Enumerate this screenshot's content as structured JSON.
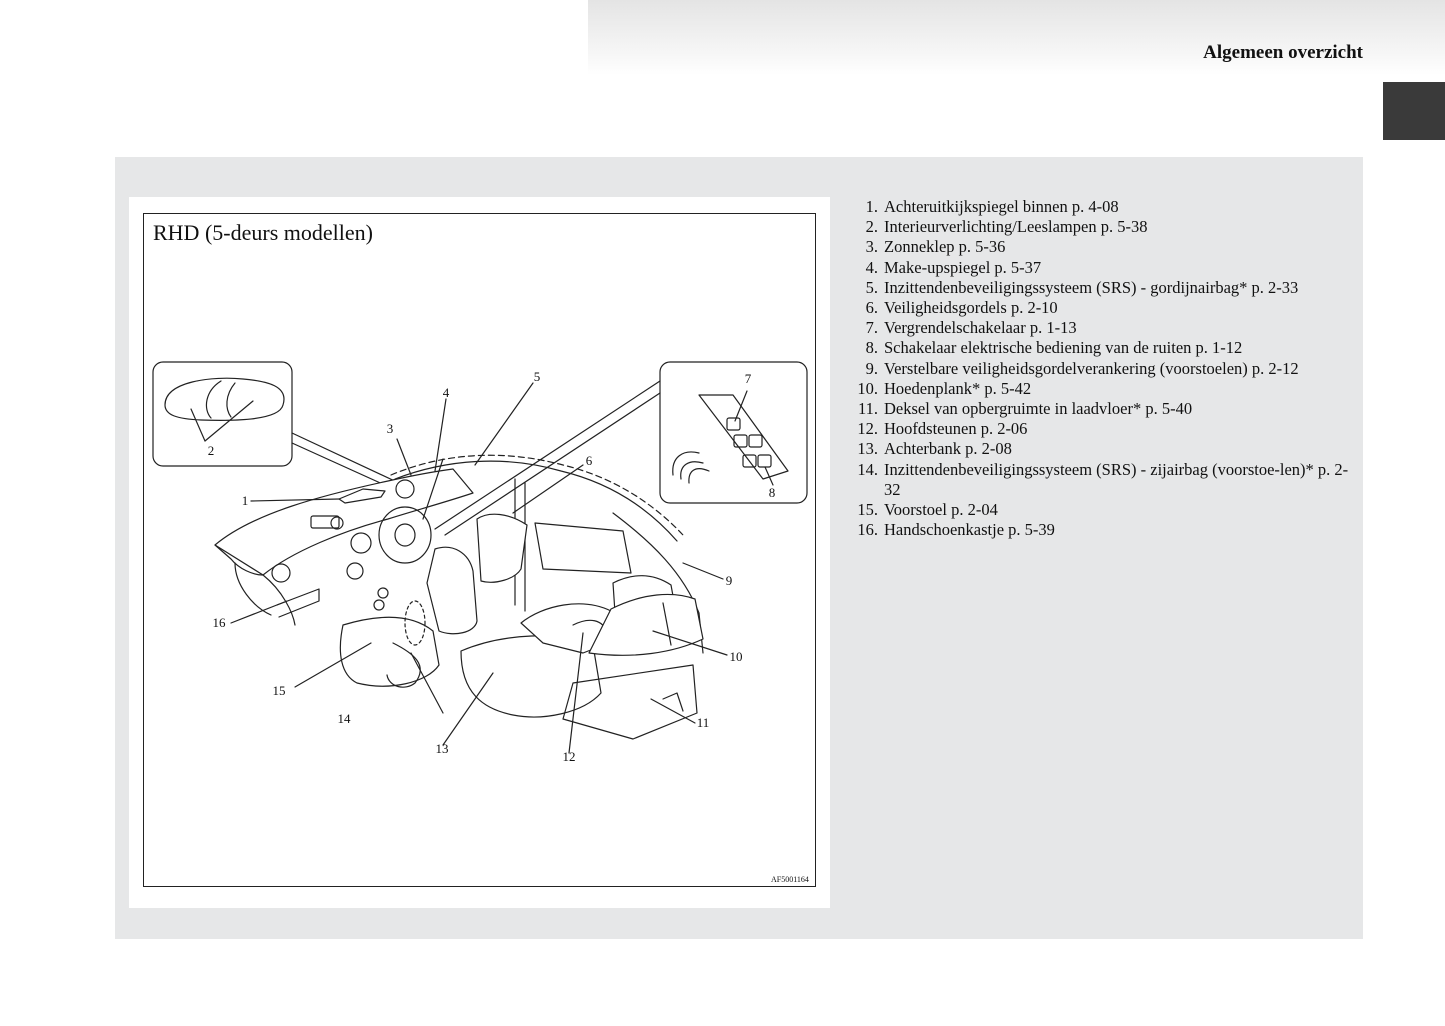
{
  "header": {
    "title": "Algemeen overzicht"
  },
  "figure": {
    "title": "RHD (5-deurs modellen)",
    "code": "AF5001164",
    "callouts": [
      "1",
      "2",
      "3",
      "4",
      "5",
      "6",
      "7",
      "8",
      "9",
      "10",
      "11",
      "12",
      "13",
      "14",
      "15",
      "16"
    ]
  },
  "legend": [
    {
      "num": "1.",
      "text": "Achteruitkijkspiegel binnen p. 4-08"
    },
    {
      "num": "2.",
      "text": "Interieurverlichting/Leeslampen p. 5-38"
    },
    {
      "num": "3.",
      "text": "Zonneklep p. 5-36"
    },
    {
      "num": "4.",
      "text": "Make-upspiegel p. 5-37"
    },
    {
      "num": "5.",
      "text": "Inzittendenbeveiligingssysteem (SRS) - gordijnairbag* p. 2-33"
    },
    {
      "num": "6.",
      "text": "Veiligheidsgordels p. 2-10"
    },
    {
      "num": "7.",
      "text": "Vergrendelschakelaar p. 1-13"
    },
    {
      "num": "8.",
      "text": "Schakelaar elektrische bediening van de ruiten p. 1-12"
    },
    {
      "num": "9.",
      "text": "Verstelbare veiligheidsgordelverankering (voorstoelen) p. 2-12"
    },
    {
      "num": "10.",
      "text": "Hoedenplank* p. 5-42"
    },
    {
      "num": "11.",
      "text": "Deksel van opbergruimte in laadvloer* p. 5-40"
    },
    {
      "num": "12.",
      "text": "Hoofdsteunen p. 2-06"
    },
    {
      "num": "13.",
      "text": "Achterbank p. 2-08"
    },
    {
      "num": "14.",
      "text": "Inzittendenbeveiligingssysteem (SRS) - zijairbag (voorstoe-len)* p. 2-32"
    },
    {
      "num": "15.",
      "text": "Voorstoel p. 2-04"
    },
    {
      "num": "16.",
      "text": "Handschoenkastje p. 5-39"
    }
  ]
}
